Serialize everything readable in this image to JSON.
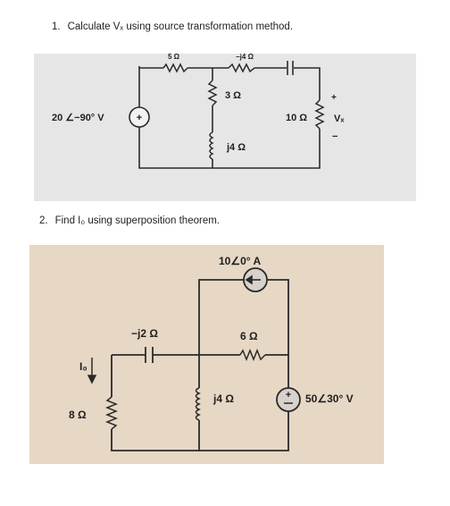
{
  "question1": {
    "number": "1.",
    "text": "Calculate Vₓ using source transformation method."
  },
  "question2": {
    "number": "2.",
    "text": "Find I₀ using superposition theorem."
  },
  "circuit1": {
    "source_label": "20 ∠−90° V",
    "top_value_partial": "5 Ω",
    "top_value_partial2": "−j4 Ω",
    "r3_label": "3 Ω",
    "l4_label": "j4 Ω",
    "r10_label": "10 Ω",
    "vx_label": "Vₓ",
    "plus_sign": "+",
    "minus_sign": "−",
    "source_plus": "+"
  },
  "circuit2": {
    "current_source_label": "10∠0° A",
    "cap_label": "−j2 Ω",
    "r6_label": "6 Ω",
    "io_label": "I₀",
    "r8_label": "8 Ω",
    "l4_label": "j4 Ω",
    "vsource_label": "50∠30° V",
    "source_plus": "+"
  },
  "colors": {
    "photo1_bg": "#e6e6e6",
    "photo2_bg": "#e7d7c5",
    "wire": "#2a2a2a"
  }
}
